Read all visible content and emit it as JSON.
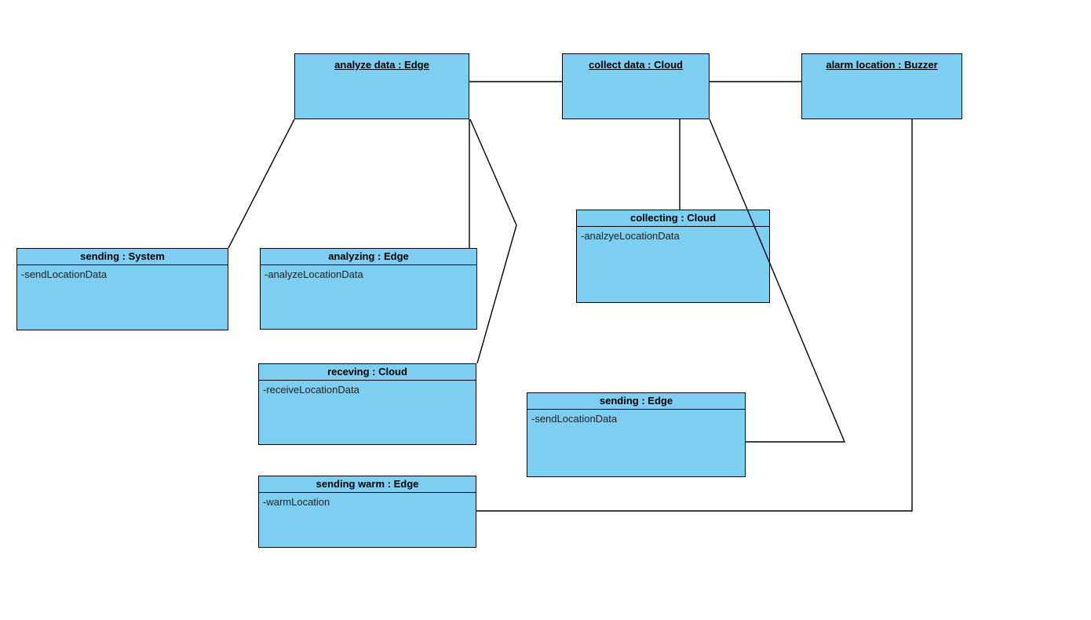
{
  "diagram": {
    "kind": "uml-object-class-diagram",
    "colors": {
      "background": "#FFFFFF",
      "node_fill": "#7DCEF0",
      "node_stroke": "#000000"
    },
    "nodes": [
      {
        "id": "analyze-data-edge",
        "kind": "object",
        "title": "analyze data : Edge"
      },
      {
        "id": "collect-data-cloud",
        "kind": "object",
        "title": "collect data : Cloud"
      },
      {
        "id": "alarm-location-buzzer",
        "kind": "object",
        "title": "alarm location : Buzzer"
      },
      {
        "id": "collecting-cloud",
        "kind": "class",
        "title": "collecting : Cloud",
        "attribute": "-analzyeLocationData"
      },
      {
        "id": "sending-system",
        "kind": "class",
        "title": "sending : System",
        "attribute": "-sendLocationData"
      },
      {
        "id": "analyzing-edge",
        "kind": "class",
        "title": "analyzing : Edge",
        "attribute": "-analyzeLocationData"
      },
      {
        "id": "receving-cloud",
        "kind": "class",
        "title": "receving : Cloud",
        "attribute": "-receiveLocationData"
      },
      {
        "id": "sending-edge",
        "kind": "class",
        "title": "sending : Edge",
        "attribute": "-sendLocationData"
      },
      {
        "id": "sending-warm-edge",
        "kind": "class",
        "title": "sending warm : Edge",
        "attribute": "-warmLocation"
      }
    ],
    "edges": [
      {
        "from": "analyze-data-edge",
        "to": "collect-data-cloud"
      },
      {
        "from": "collect-data-cloud",
        "to": "alarm-location-buzzer"
      },
      {
        "from": "analyze-data-edge",
        "to": "sending-system"
      },
      {
        "from": "analyze-data-edge",
        "to": "analyzing-edge"
      },
      {
        "from": "analyze-data-edge",
        "to": "receving-cloud"
      },
      {
        "from": "collect-data-cloud",
        "to": "collecting-cloud"
      },
      {
        "from": "collect-data-cloud",
        "to": "sending-edge"
      },
      {
        "from": "alarm-location-buzzer",
        "to": "sending-warm-edge"
      }
    ]
  }
}
